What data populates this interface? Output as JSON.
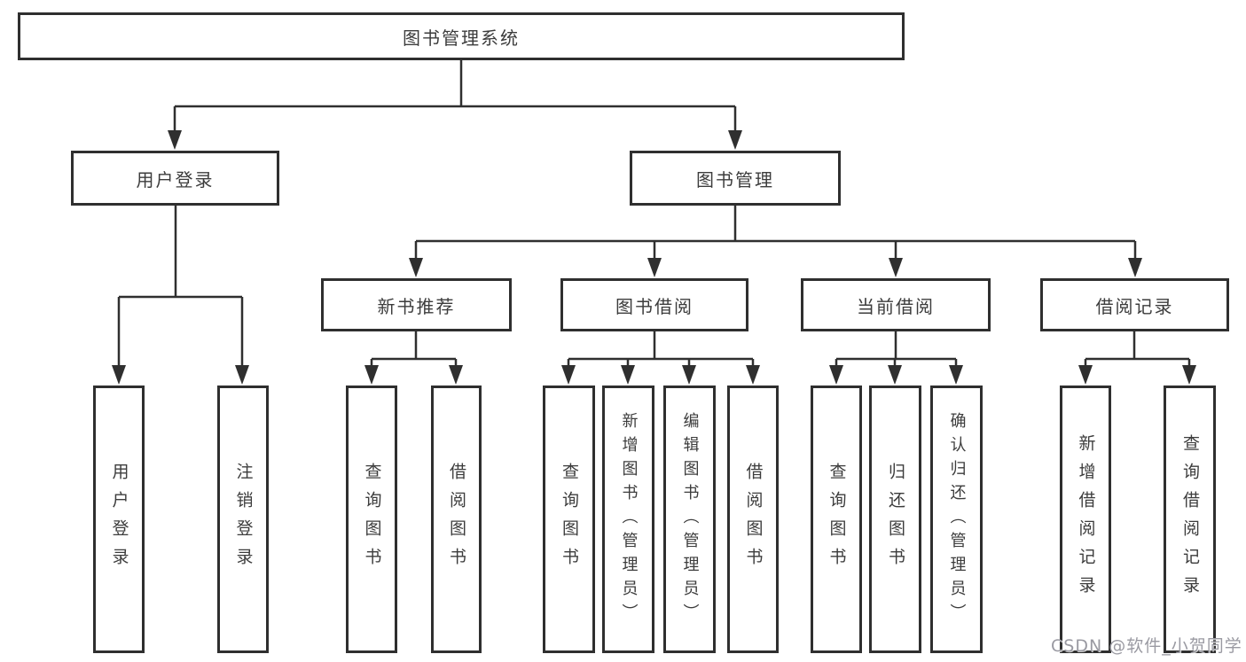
{
  "diagram": {
    "title": "图书管理系统",
    "branches": [
      {
        "label": "用户登录",
        "children": [
          {
            "label": "用户登录"
          },
          {
            "label": "注销登录"
          }
        ]
      },
      {
        "label": "图书管理",
        "children": [
          {
            "label": "新书推荐",
            "children": [
              {
                "label": "查询图书"
              },
              {
                "label": "借阅图书"
              }
            ]
          },
          {
            "label": "图书借阅",
            "children": [
              {
                "label": "查询图书"
              },
              {
                "label": "新增图书（管理员）"
              },
              {
                "label": "编辑图书（管理员）"
              },
              {
                "label": "借阅图书"
              }
            ]
          },
          {
            "label": "当前借阅",
            "children": [
              {
                "label": "查询图书"
              },
              {
                "label": "归还图书"
              },
              {
                "label": "确认归还（管理员）"
              }
            ]
          },
          {
            "label": "借阅记录",
            "children": [
              {
                "label": "新增借阅记录"
              },
              {
                "label": "查询借阅记录"
              }
            ]
          }
        ]
      }
    ]
  },
  "watermark": {
    "text": "CSDN @软件_小贺同学"
  },
  "colors": {
    "line": "#2f2f2f",
    "text": "#3c3c3c",
    "background": "#ffffff",
    "watermark": "#9a9aa2"
  }
}
